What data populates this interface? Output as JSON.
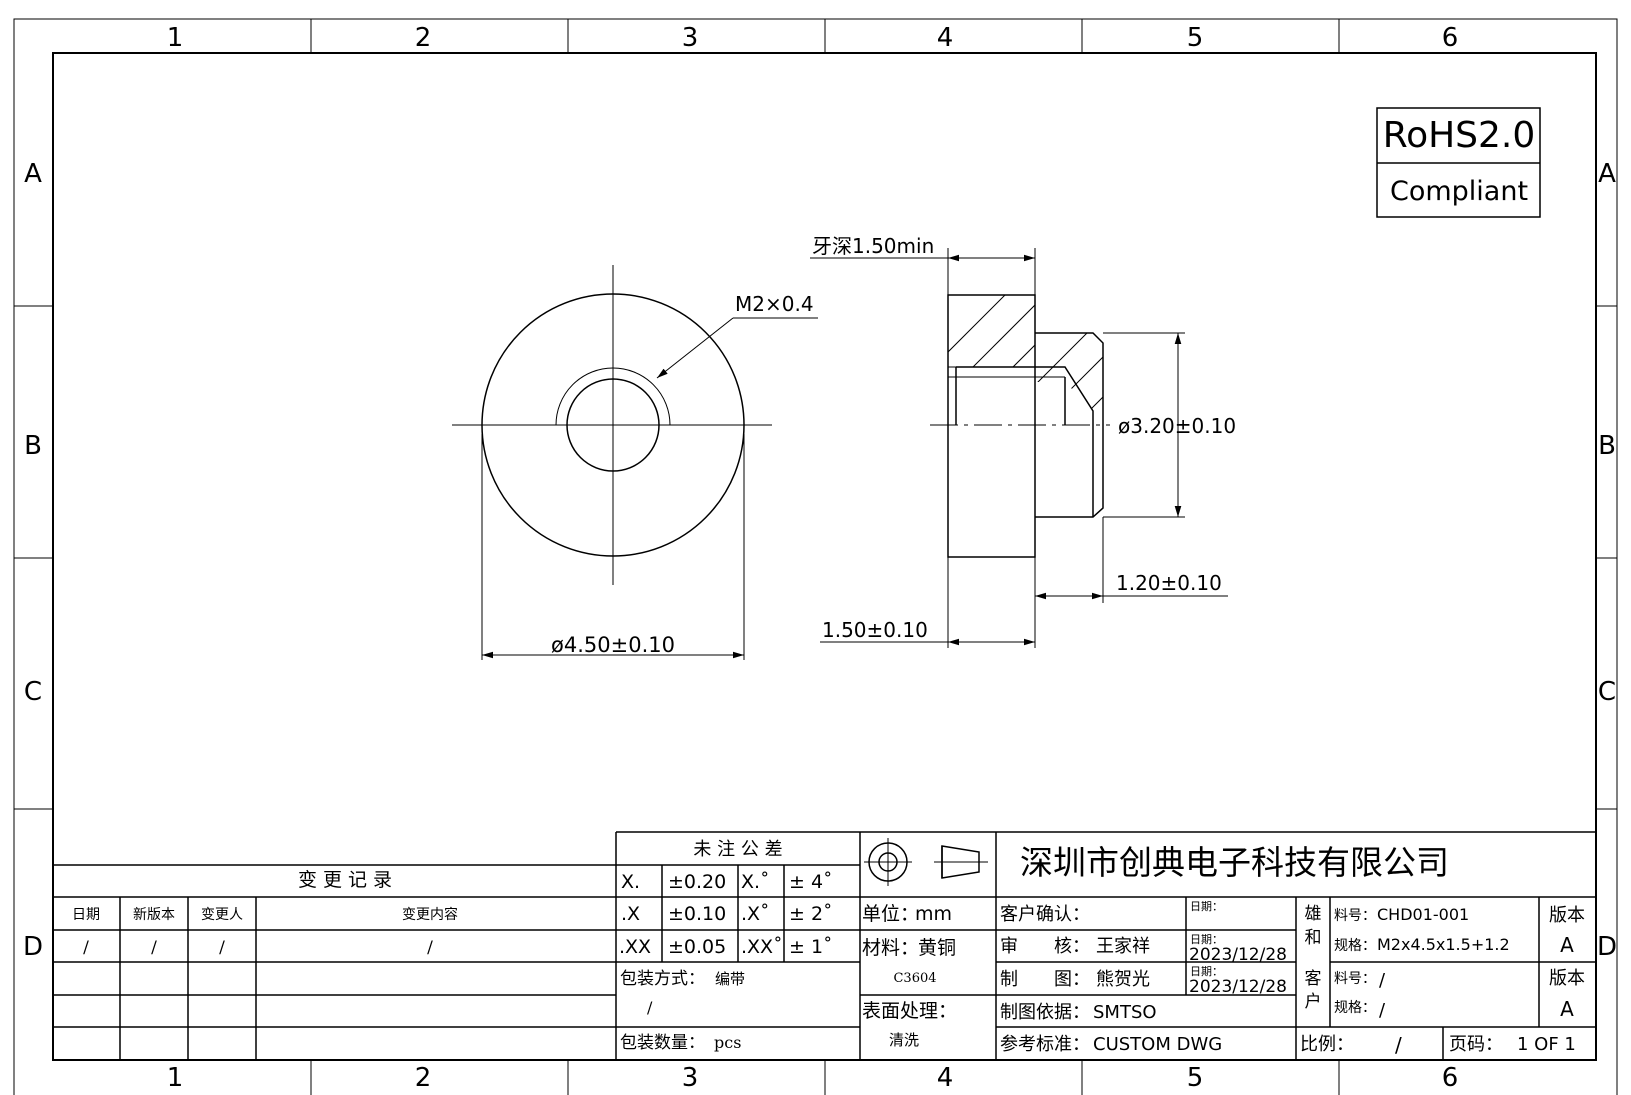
{
  "zones": {
    "columns": [
      "1",
      "2",
      "3",
      "4",
      "5",
      "6"
    ],
    "rows": [
      "A",
      "B",
      "C",
      "D"
    ]
  },
  "rohs": {
    "line1": "RoHS2.0",
    "line2": "Compliant"
  },
  "dims": {
    "thread": "M2×0.4",
    "outer_dia": "ø4.50±0.10",
    "thread_depth": "牙深1.50min",
    "boss_dia": "ø3.20±0.10",
    "boss_len": "1.20±0.10",
    "flange_thk": "1.50±0.10"
  },
  "tolerance": {
    "title": "未 注 公 差",
    "rows": [
      {
        "k1": "X.",
        "v1": "±0.20",
        "k2": "X.˚",
        "v2": "± 4˚"
      },
      {
        "k1": ".X",
        "v1": "±0.10",
        "k2": ".X˚",
        "v2": "± 2˚"
      },
      {
        "k1": ".XX",
        "v1": "±0.05",
        "k2": ".XX˚",
        "v2": "± 1˚"
      }
    ]
  },
  "revision": {
    "title": "变 更 记 录",
    "headers": [
      "日期",
      "新版本",
      "变更人",
      "变更内容"
    ],
    "row": [
      "/",
      "/",
      "/",
      "/"
    ]
  },
  "packaging": {
    "method_label": "包装方式：",
    "method_value": "编带",
    "method_note": "/",
    "qty_label": "包装数量：",
    "qty_value": "pcs"
  },
  "info": {
    "unit_label": "单位：",
    "unit_value": "mm",
    "material_label": "材料：",
    "material_value": "黄铜",
    "material_grade": "C3604",
    "finish_label": "表面处理：",
    "finish_value": "清洗"
  },
  "company": "深圳市创典电子科技有限公司",
  "approval": {
    "customer_confirm": "客户确认：",
    "date_label": "日期：",
    "review_label": "审　　核：",
    "review_name": "王家祥",
    "review_date": "2023/12/28",
    "draw_label": "制　　图：",
    "draw_name": "熊贺光",
    "draw_date": "2023/12/28",
    "basis_label": "制图依据：",
    "basis_value": "SMTSO",
    "standard_label": "参考标准：",
    "standard_value": "CUSTOM DWG"
  },
  "part": {
    "xionghe_label_1": "雄",
    "xionghe_label_2": "和",
    "customer_label_1": "客",
    "customer_label_2": "户",
    "pn_label": "料号：",
    "pn_value": "CHD01-001",
    "spec_label": "规格：",
    "spec_value": "M2x4.5x1.5+1.2",
    "cust_pn_label": "料号：",
    "cust_pn_value": "/",
    "cust_spec_label": "规格：",
    "cust_spec_value": "/",
    "version_label": "版本",
    "version_value": "A",
    "cust_version_label": "版本",
    "cust_version_value": "A",
    "scale_label": "比例：",
    "scale_value": "/",
    "page_label": "页码：",
    "page_value": "1 OF 1"
  }
}
